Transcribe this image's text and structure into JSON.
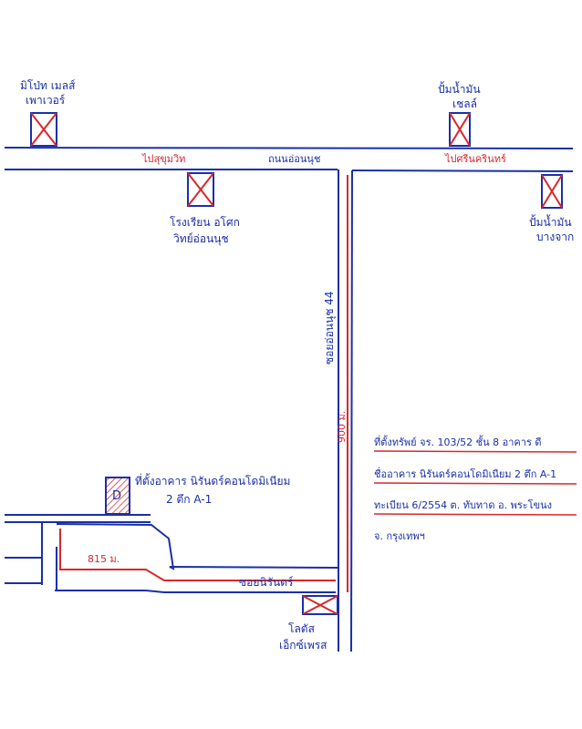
{
  "colors": {
    "ink_blue": "#1b2fa8",
    "ink_red": "#d8282c"
  },
  "labels": {
    "landmark_top_left": [
      "มิโป่ท เมลส์",
      "เพาเวอร์"
    ],
    "landmark_top_right": [
      "ปั้มน้ำมัน",
      "เชลล์"
    ],
    "school": [
      "โรงเรียน อโศก",
      "วิทย์อ่อนนุช"
    ],
    "landmark_right": [
      "ปั้มน้ำมัน",
      "บางจาก"
    ],
    "road_to_left": "ไปสุขุมวิท",
    "road_main": "ถนนอ่อนนุช",
    "road_to_right": "ไปศรีนครินทร์",
    "soi_vertical": "ซอยอ่อนนุช 44",
    "distance_vertical": "900 ม.",
    "building_label": [
      "ที่ตั้งอาคาร นิรันดร์คอนโดมิเนียม",
      "2 ตึก A-1"
    ],
    "building_marker": "D",
    "distance_horizontal": "815 ม.",
    "soi_horizontal": "ซอยนิรันดร์",
    "landmark_bottom": [
      "โลตัส",
      "เอ็กซ์เพรส"
    ]
  },
  "address": [
    "ที่ตั้งทรัพย์ จร. 103/52 ชั้น 8 อาคาร ดี",
    "ชื่ออาคาร นิรันดร์คอนโดมิเนียม 2 ตึก A-1",
    "ทะเบียน 6/2554 ต. ทับทาด อ. พระโขนง",
    "จ. กรุงเทพฯ"
  ]
}
